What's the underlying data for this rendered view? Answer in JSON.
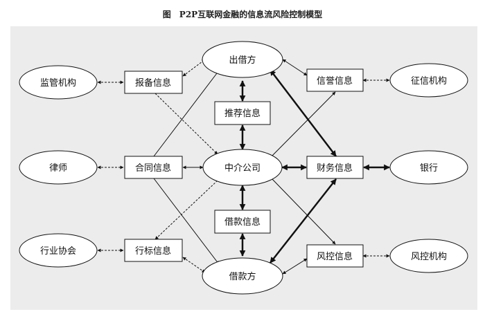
{
  "caption": "图　P2P互联网金融的信息流风险控制模型",
  "nodes": {
    "lender": "出借方",
    "intermediary": "中介公司",
    "borrower": "借款方",
    "recommend_info": "推荐信息",
    "loan_info": "借款信息",
    "filing_info": "报备信息",
    "contract_info": "合同信息",
    "bid_info": "行标信息",
    "credit_info": "信誉信息",
    "finance_info": "财务信息",
    "risk_info": "风控信息",
    "regulator": "监管机构",
    "lawyer": "律师",
    "association": "行业协会",
    "credit_agency": "征信机构",
    "bank": "银行",
    "risk_agency": "风控机构"
  },
  "colors": {
    "panel": "#ececec",
    "box_fill": "#ffffff",
    "stroke": "#111111"
  }
}
